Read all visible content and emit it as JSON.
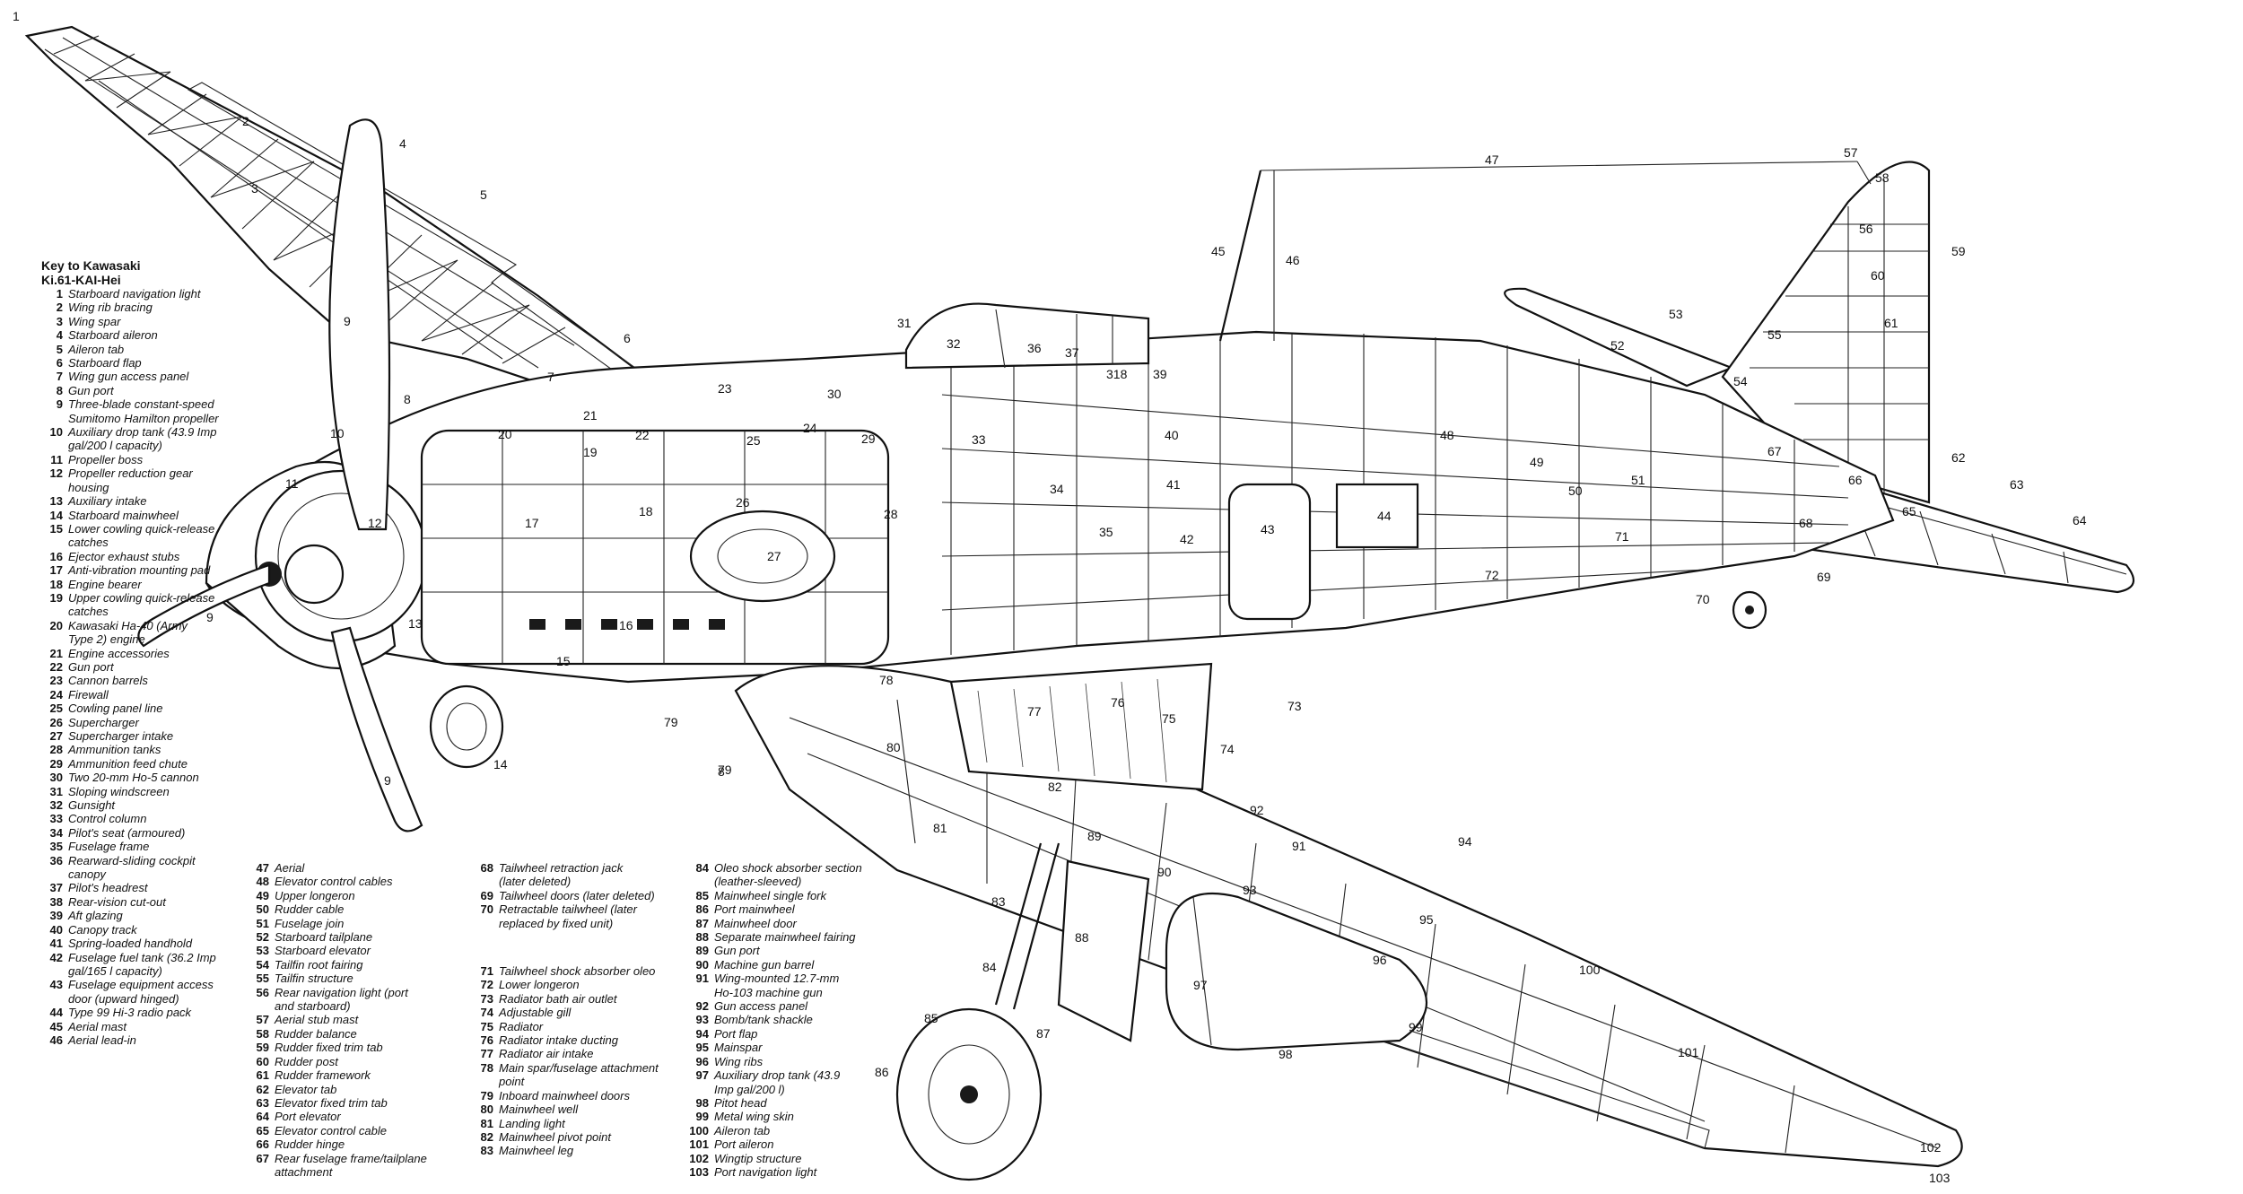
{
  "corner_mark": "1",
  "key": {
    "title_line1": "Key to Kawasaki",
    "title_line2": "Ki.61-KAI-Hei",
    "items": [
      {
        "n": "1",
        "t": "Starboard navigation light"
      },
      {
        "n": "2",
        "t": "Wing rib bracing"
      },
      {
        "n": "3",
        "t": "Wing spar"
      },
      {
        "n": "4",
        "t": "Starboard aileron"
      },
      {
        "n": "5",
        "t": "Aileron tab"
      },
      {
        "n": "6",
        "t": "Starboard flap"
      },
      {
        "n": "7",
        "t": "Wing gun access panel"
      },
      {
        "n": "8",
        "t": "Gun port"
      },
      {
        "n": "9",
        "t": "Three-blade constant-speed"
      },
      {
        "n": "",
        "t": "Sumitomo Hamilton propeller"
      },
      {
        "n": "10",
        "t": "Auxiliary drop tank (43.9 Imp"
      },
      {
        "n": "",
        "t": "gal/200 l capacity)"
      },
      {
        "n": "11",
        "t": "Propeller boss"
      },
      {
        "n": "12",
        "t": "Propeller reduction gear"
      },
      {
        "n": "",
        "t": "housing"
      },
      {
        "n": "13",
        "t": "Auxiliary intake"
      },
      {
        "n": "14",
        "t": "Starboard mainwheel"
      },
      {
        "n": "15",
        "t": "Lower cowling quick-release"
      },
      {
        "n": "",
        "t": "catches"
      },
      {
        "n": "16",
        "t": "Ejector exhaust stubs"
      },
      {
        "n": "17",
        "t": "Anti-vibration mounting pad"
      },
      {
        "n": "18",
        "t": "Engine bearer"
      },
      {
        "n": "19",
        "t": "Upper cowling quick-release"
      },
      {
        "n": "",
        "t": "catches"
      },
      {
        "n": "20",
        "t": "Kawasaki Ha-40 (Army"
      },
      {
        "n": "",
        "t": "Type 2) engine"
      },
      {
        "n": "21",
        "t": "Engine accessories"
      },
      {
        "n": "22",
        "t": "Gun port"
      },
      {
        "n": "23",
        "t": "Cannon barrels"
      },
      {
        "n": "24",
        "t": "Firewall"
      },
      {
        "n": "25",
        "t": "Cowling panel line"
      },
      {
        "n": "26",
        "t": "Supercharger"
      },
      {
        "n": "27",
        "t": "Supercharger intake"
      },
      {
        "n": "28",
        "t": "Ammunition tanks"
      },
      {
        "n": "29",
        "t": "Ammunition feed chute"
      },
      {
        "n": "30",
        "t": "Two 20-mm Ho-5 cannon"
      },
      {
        "n": "31",
        "t": "Sloping windscreen"
      },
      {
        "n": "32",
        "t": "Gunsight"
      },
      {
        "n": "33",
        "t": "Control column"
      },
      {
        "n": "34",
        "t": "Pilot's seat (armoured)"
      },
      {
        "n": "35",
        "t": "Fuselage frame"
      },
      {
        "n": "36",
        "t": "Rearward-sliding cockpit"
      },
      {
        "n": "",
        "t": "canopy"
      },
      {
        "n": "37",
        "t": "Pilot's headrest"
      },
      {
        "n": "38",
        "t": "Rear-vision cut-out"
      },
      {
        "n": "39",
        "t": "Aft glazing"
      },
      {
        "n": "40",
        "t": "Canopy track"
      },
      {
        "n": "41",
        "t": "Spring-loaded handhold"
      },
      {
        "n": "42",
        "t": "Fuselage fuel tank (36.2 Imp"
      },
      {
        "n": "",
        "t": "gal/165 l capacity)"
      },
      {
        "n": "43",
        "t": "Fuselage equipment access"
      },
      {
        "n": "",
        "t": "door (upward hinged)"
      },
      {
        "n": "44",
        "t": "Type 99 Hi-3 radio pack"
      },
      {
        "n": "45",
        "t": "Aerial mast"
      },
      {
        "n": "46",
        "t": "Aerial lead-in"
      }
    ],
    "col2": [
      {
        "n": "47",
        "t": "Aerial"
      },
      {
        "n": "48",
        "t": "Elevator control cables"
      },
      {
        "n": "49",
        "t": "Upper longeron"
      },
      {
        "n": "50",
        "t": "Rudder cable"
      },
      {
        "n": "51",
        "t": "Fuselage join"
      },
      {
        "n": "52",
        "t": "Starboard tailplane"
      },
      {
        "n": "53",
        "t": "Starboard elevator"
      },
      {
        "n": "54",
        "t": "Tailfin root fairing"
      },
      {
        "n": "55",
        "t": "Tailfin structure"
      },
      {
        "n": "56",
        "t": "Rear navigation light (port"
      },
      {
        "n": "",
        "t": "and starboard)"
      },
      {
        "n": "57",
        "t": "Aerial stub mast"
      },
      {
        "n": "58",
        "t": "Rudder balance"
      },
      {
        "n": "59",
        "t": "Rudder fixed trim tab"
      },
      {
        "n": "60",
        "t": "Rudder post"
      },
      {
        "n": "61",
        "t": "Rudder framework"
      },
      {
        "n": "62",
        "t": "Elevator tab"
      },
      {
        "n": "63",
        "t": "Elevator fixed trim tab"
      },
      {
        "n": "64",
        "t": "Port elevator"
      },
      {
        "n": "65",
        "t": "Elevator control cable"
      },
      {
        "n": "66",
        "t": "Rudder hinge"
      },
      {
        "n": "67",
        "t": "Rear fuselage frame/tailplane"
      },
      {
        "n": "",
        "t": "attachment"
      }
    ],
    "col3a": [
      {
        "n": "68",
        "t": "Tailwheel retraction jack"
      },
      {
        "n": "",
        "t": "(later deleted)"
      },
      {
        "n": "69",
        "t": "Tailwheel doors (later deleted)"
      },
      {
        "n": "70",
        "t": "Retractable tailwheel (later"
      },
      {
        "n": "",
        "t": "replaced by fixed unit)"
      }
    ],
    "col3b": [
      {
        "n": "71",
        "t": "Tailwheel shock absorber oleo"
      },
      {
        "n": "72",
        "t": "Lower longeron"
      },
      {
        "n": "73",
        "t": "Radiator bath air outlet"
      },
      {
        "n": "74",
        "t": "Adjustable gill"
      },
      {
        "n": "75",
        "t": "Radiator"
      },
      {
        "n": "76",
        "t": "Radiator intake ducting"
      },
      {
        "n": "77",
        "t": "Radiator air intake"
      },
      {
        "n": "78",
        "t": "Main spar/fuselage attachment"
      },
      {
        "n": "",
        "t": "point"
      },
      {
        "n": "79",
        "t": "Inboard mainwheel doors"
      },
      {
        "n": "80",
        "t": "Mainwheel well"
      },
      {
        "n": "81",
        "t": "Landing light"
      },
      {
        "n": "82",
        "t": "Mainwheel pivot point"
      },
      {
        "n": "83",
        "t": "Mainwheel leg"
      }
    ],
    "col4": [
      {
        "n": "84",
        "t": "Oleo shock absorber section"
      },
      {
        "n": "",
        "t": "(leather-sleeved)"
      },
      {
        "n": "85",
        "t": "Mainwheel single fork"
      },
      {
        "n": "86",
        "t": "Port mainwheel"
      },
      {
        "n": "87",
        "t": "Mainwheel door"
      },
      {
        "n": "88",
        "t": "Separate mainwheel fairing"
      },
      {
        "n": "89",
        "t": "Gun port"
      },
      {
        "n": "90",
        "t": "Machine gun barrel"
      },
      {
        "n": "91",
        "t": "Wing-mounted 12.7-mm"
      },
      {
        "n": "",
        "t": "Ho-103 machine gun"
      },
      {
        "n": "92",
        "t": "Gun access panel"
      },
      {
        "n": "93",
        "t": "Bomb/tank shackle"
      },
      {
        "n": "94",
        "t": "Port flap"
      },
      {
        "n": "95",
        "t": "Mainspar"
      },
      {
        "n": "96",
        "t": "Wing ribs"
      },
      {
        "n": "97",
        "t": "Auxiliary drop tank (43.9"
      },
      {
        "n": "",
        "t": "Imp gal/200 l)"
      },
      {
        "n": "98",
        "t": "Pitot head"
      },
      {
        "n": "99",
        "t": "Metal wing skin"
      },
      {
        "n": "100",
        "t": "Aileron tab"
      },
      {
        "n": "101",
        "t": "Port aileron"
      },
      {
        "n": "102",
        "t": "Wingtip structure"
      },
      {
        "n": "103",
        "t": "Port navigation light"
      }
    ]
  },
  "callouts": [
    "2",
    "3",
    "4",
    "5",
    "6",
    "7",
    "8",
    "9",
    "10",
    "11",
    "12",
    "13",
    "14",
    "15",
    "16",
    "17",
    "18",
    "19",
    "20",
    "21",
    "22",
    "23",
    "24",
    "25",
    "26",
    "27",
    "28",
    "29",
    "30",
    "31",
    "32",
    "33",
    "34",
    "35",
    "36",
    "37",
    "318",
    "39",
    "40",
    "41",
    "42",
    "43",
    "44",
    "45",
    "46",
    "47",
    "48",
    "49",
    "50",
    "51",
    "52",
    "53",
    "54",
    "55",
    "56",
    "57",
    "58",
    "59",
    "60",
    "61",
    "62",
    "63",
    "64",
    "65",
    "66",
    "67",
    "68",
    "69",
    "70",
    "71",
    "72",
    "73",
    "74",
    "75",
    "76",
    "77",
    "78",
    "79",
    "80",
    "81",
    "82",
    "83",
    "84",
    "85",
    "86",
    "87",
    "88",
    "89",
    "90",
    "91",
    "92",
    "93",
    "94",
    "95",
    "96",
    "97",
    "98",
    "99",
    "100",
    "101",
    "102",
    "103"
  ],
  "extra_callouts": [
    "9",
    "9",
    "79",
    "8",
    "1"
  ],
  "palette": {
    "ink": "#111111",
    "paper": "#ffffff",
    "hatch": "#333333"
  }
}
